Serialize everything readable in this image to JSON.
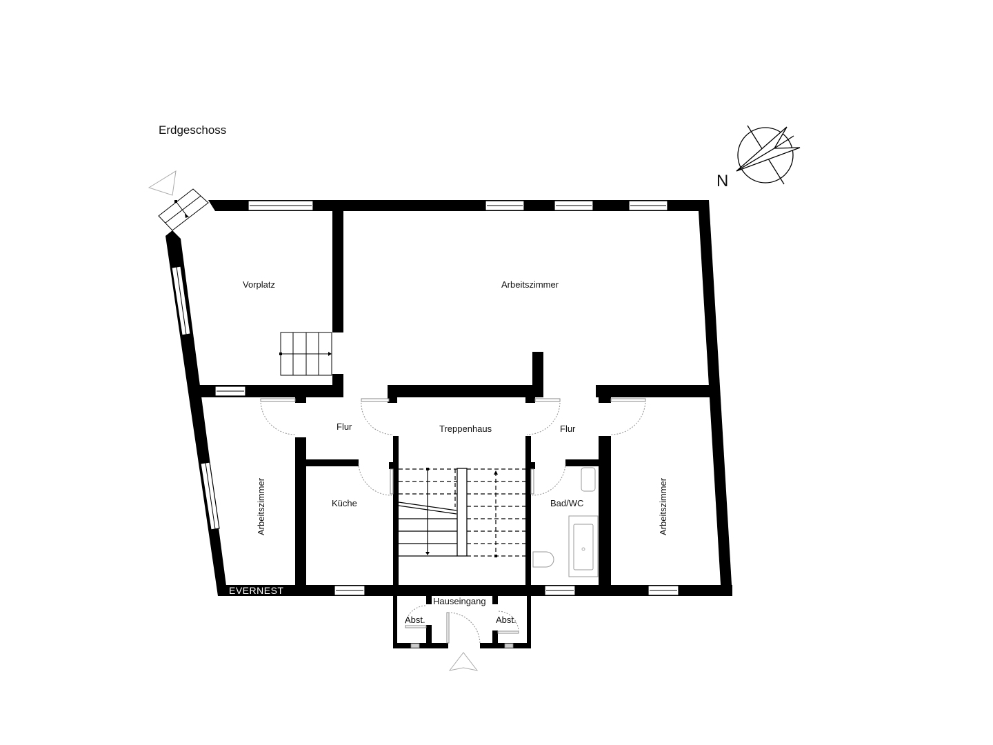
{
  "plan": {
    "title": "Erdgeschoss",
    "brand": "EVERNEST",
    "north_label": "N"
  },
  "rooms": {
    "vorplatz": "Vorplatz",
    "arbeitszimmer_top": "Arbeitszimmer",
    "arbeitszimmer_left": "Arbeitszimmer",
    "arbeitszimmer_right": "Arbeitszimmer",
    "flur_left": "Flur",
    "flur_right": "Flur",
    "treppenhaus": "Treppenhaus",
    "kueche": "Küche",
    "bad_wc": "Bad/WC",
    "hauseingang": "Hauseingang",
    "abst_left": "Abst.",
    "abst_right": "Abst."
  },
  "icons": {
    "compass": "north-arrow-compass",
    "entrance_arrow_main": "entrance-triangle",
    "entrance_arrow_side": "entrance-triangle"
  },
  "colors": {
    "wall": "#000000",
    "background": "#ffffff",
    "door_swing": "#999999"
  }
}
